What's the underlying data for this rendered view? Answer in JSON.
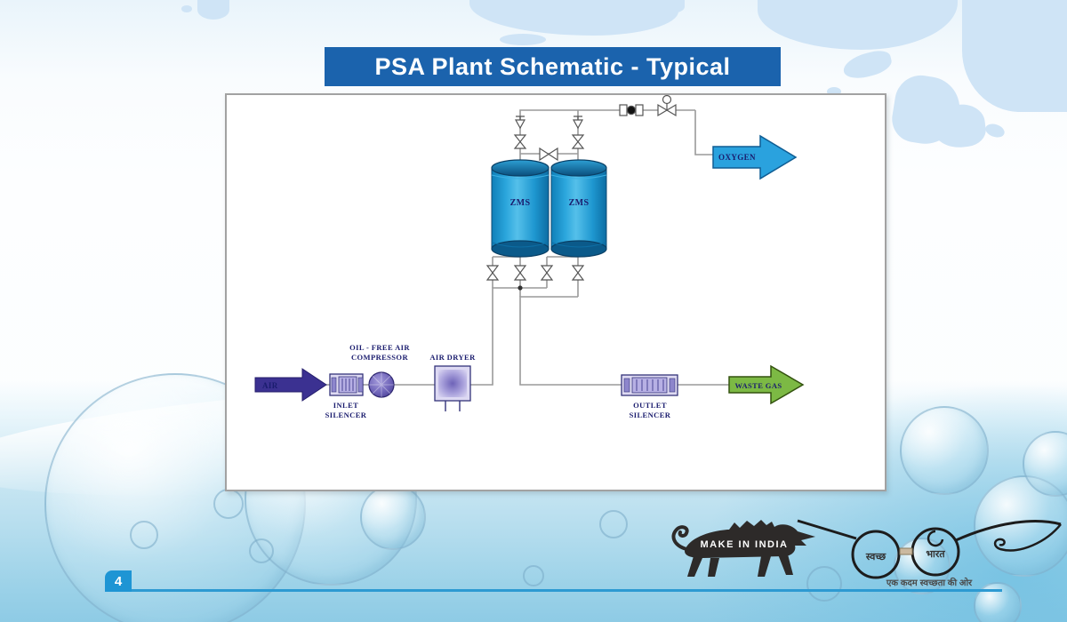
{
  "slide": {
    "title": "PSA Plant Schematic - Typical",
    "page_number": "4"
  },
  "schematic": {
    "tank_left_label": "ZMS",
    "tank_right_label": "ZMS",
    "air_label": "AIR",
    "oxygen_label": "OXYGEN",
    "waste_gas_label": "WASTE GAS",
    "inlet_silencer_line1": "INLET",
    "inlet_silencer_line2": "SILENCER",
    "compressor_line1": "OIL - FREE AIR",
    "compressor_line2": "COMPRESSOR",
    "air_dryer_label": "AIR DRYER",
    "outlet_silencer_line1": "OUTLET",
    "outlet_silencer_line2": "SILENCER"
  },
  "footer": {
    "make_in_india_label": "MAKE IN INDIA",
    "swachh_lens_left": "स्वच्छ",
    "swachh_lens_right": "भारत",
    "swachh_tagline": "एक कदम स्वच्छता की ओर"
  },
  "colors": {
    "banner_blue": "#1b63ad",
    "tank_blue": "#1e9ed9",
    "oxygen_blue": "#2aa2de",
    "waste_green": "#7cb944",
    "air_indigo": "#3b3191",
    "component_lavender": "#dedaf2",
    "pipe_gray": "#9a9a9a",
    "footer_line_blue": "#2d9ad2"
  }
}
